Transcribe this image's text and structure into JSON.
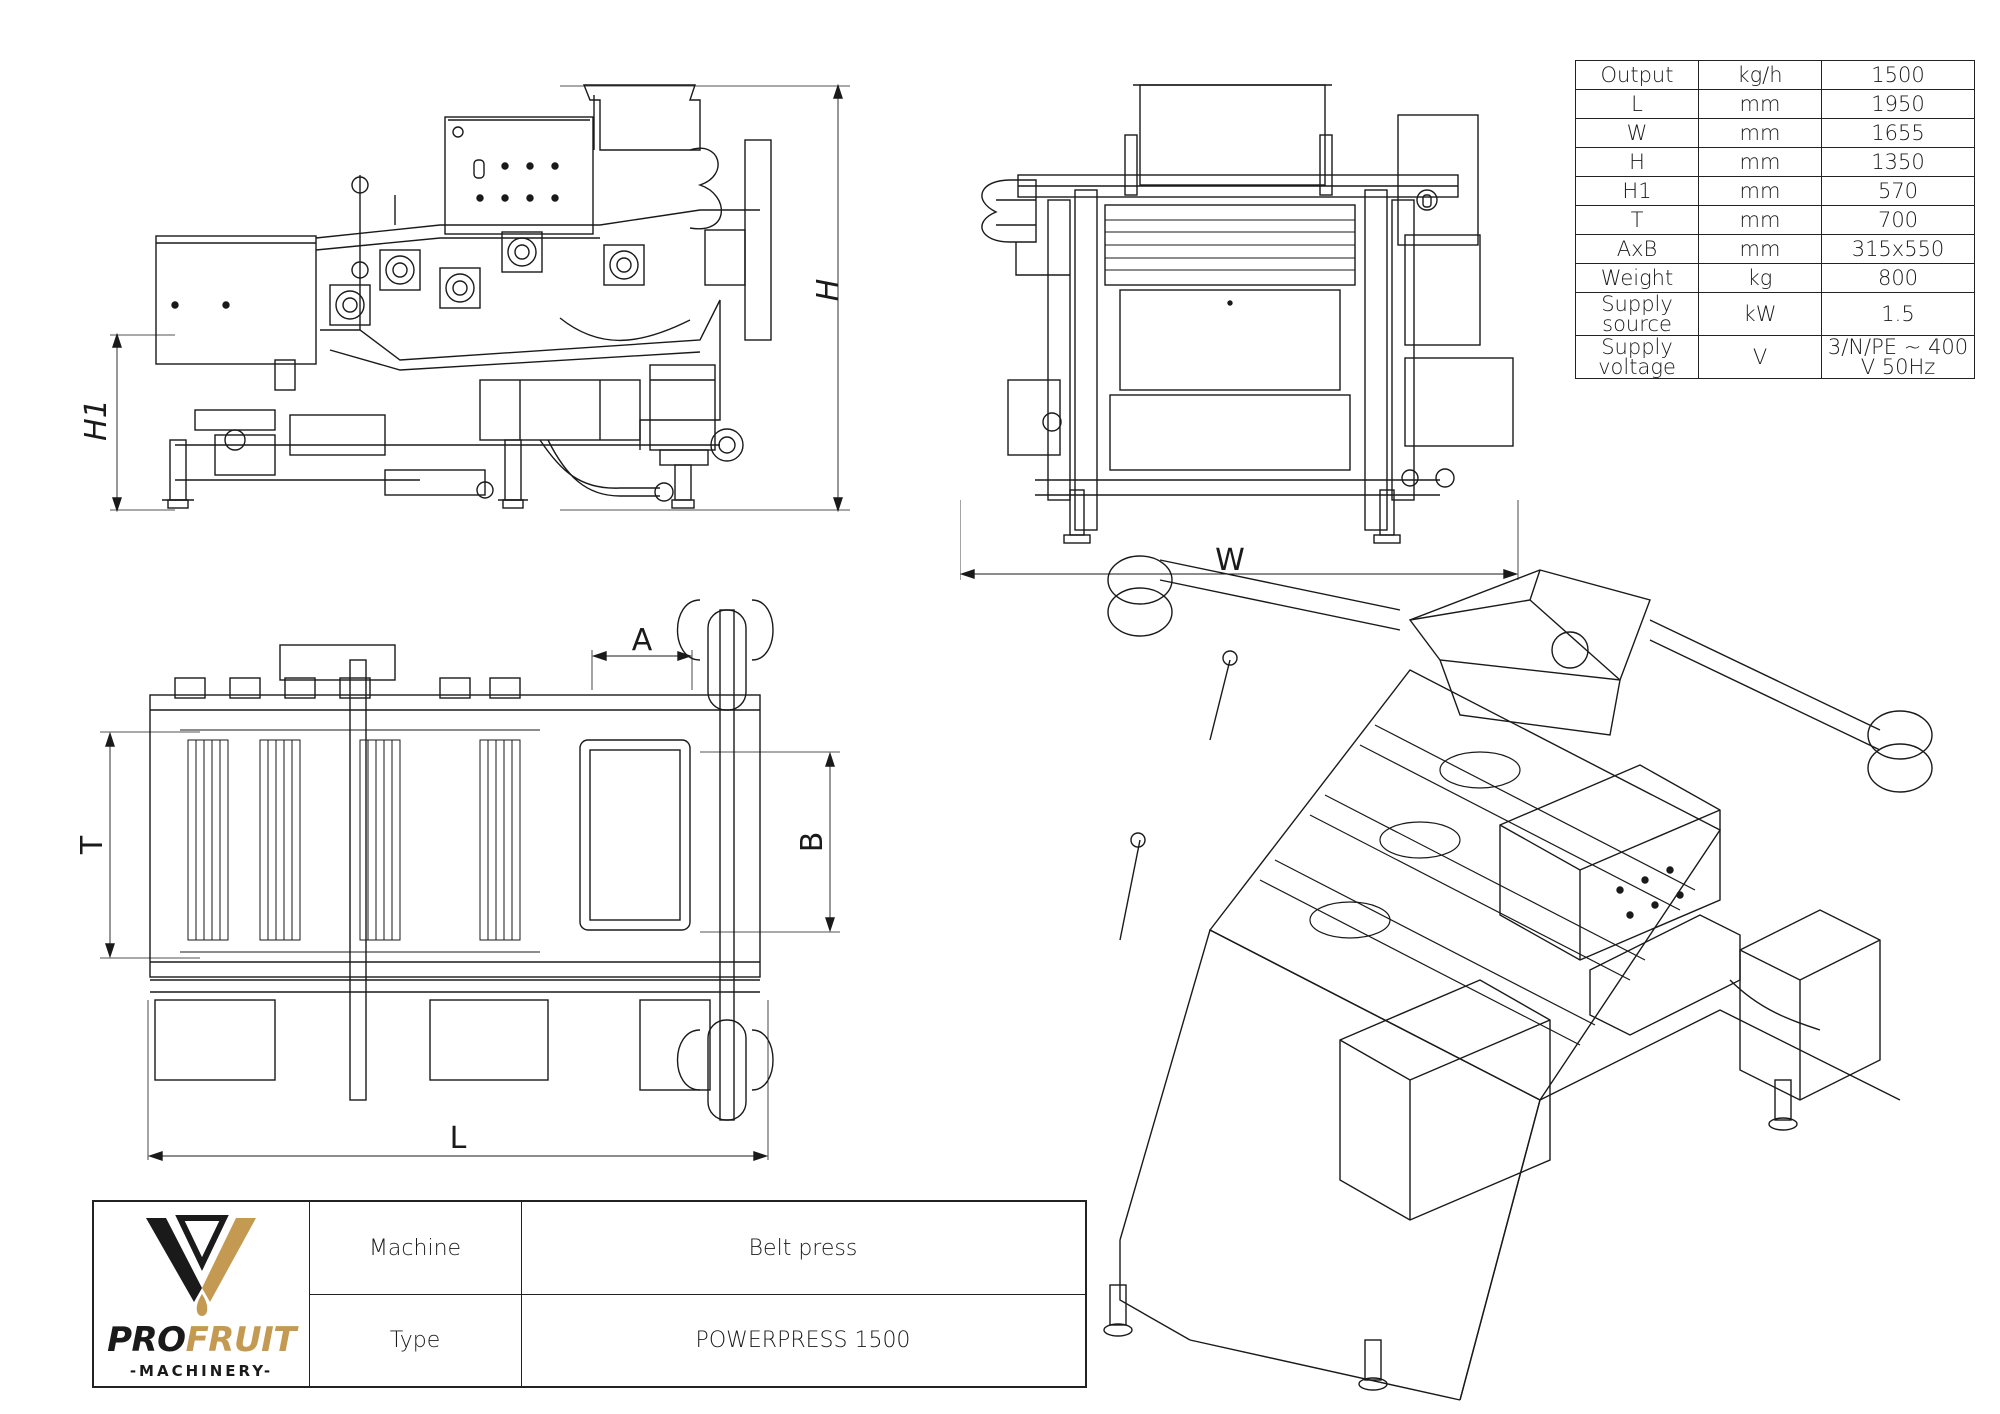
{
  "dimension_labels": {
    "H": "H",
    "H1": "H1",
    "W": "W",
    "L": "L",
    "T": "T",
    "A": "A",
    "B": "B"
  },
  "spec_table": {
    "rows": [
      {
        "param": "Output",
        "unit": "kg/h",
        "value": "1500"
      },
      {
        "param": "L",
        "unit": "mm",
        "value": "1950"
      },
      {
        "param": "W",
        "unit": "mm",
        "value": "1655"
      },
      {
        "param": "H",
        "unit": "mm",
        "value": "1350"
      },
      {
        "param": "H1",
        "unit": "mm",
        "value": "570"
      },
      {
        "param": "T",
        "unit": "mm",
        "value": "700"
      },
      {
        "param": "AxB",
        "unit": "mm",
        "value": "315x550"
      },
      {
        "param": "Weight",
        "unit": "kg",
        "value": "800"
      },
      {
        "param": "Supply source",
        "unit": "kW",
        "value": "1.5"
      },
      {
        "param": "Supply voltage",
        "unit": "V",
        "value": "3/N/PE ~ 400 V 50Hz"
      }
    ]
  },
  "title_block": {
    "machine_label": "Machine",
    "machine_value": "Belt press",
    "type_label": "Type",
    "type_value": "POWERPRESS 1500",
    "brand_pro": "PRO",
    "brand_fruit": "FRUIT",
    "brand_sub": "-MACHINERY-"
  },
  "colors": {
    "line": "#1a1a1a",
    "brand_gold": "#c49a52",
    "brand_dark": "#1a1a1a"
  }
}
